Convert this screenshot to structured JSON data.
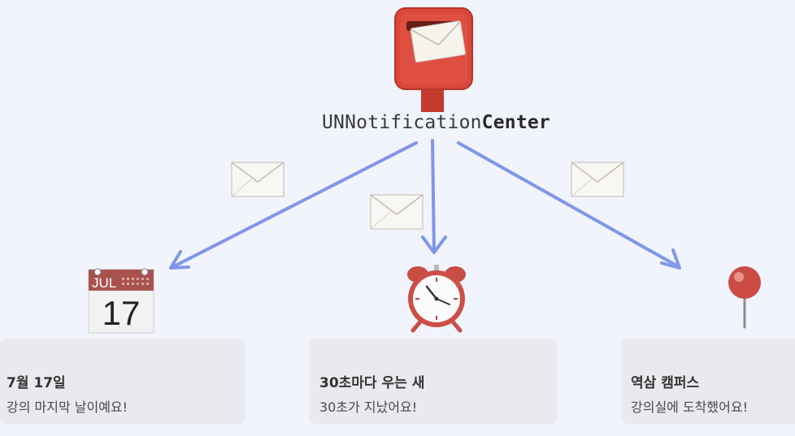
{
  "center": {
    "label_prefix": "UNNotification",
    "label_bold": "Center",
    "icon": "postbox-icon"
  },
  "arrows": [
    "arrow-left",
    "arrow-middle",
    "arrow-right"
  ],
  "notifications": [
    {
      "icon": "calendar-icon",
      "calendar_month": "JUL",
      "calendar_day": "17",
      "title": "7월 17일",
      "body": "강의 마지막 날이예요!"
    },
    {
      "icon": "alarm-clock-icon",
      "title": "30초마다 우는 새",
      "body": "30초가 지났어요!"
    },
    {
      "icon": "pushpin-icon",
      "title": "역삼 캠퍼스",
      "body": "강의실에 도착했어요!"
    }
  ],
  "colors": {
    "background": "#f1f4fd",
    "arrow": "#7f97e8",
    "card": "#e9e9ee",
    "postbox": "#d9463a"
  }
}
